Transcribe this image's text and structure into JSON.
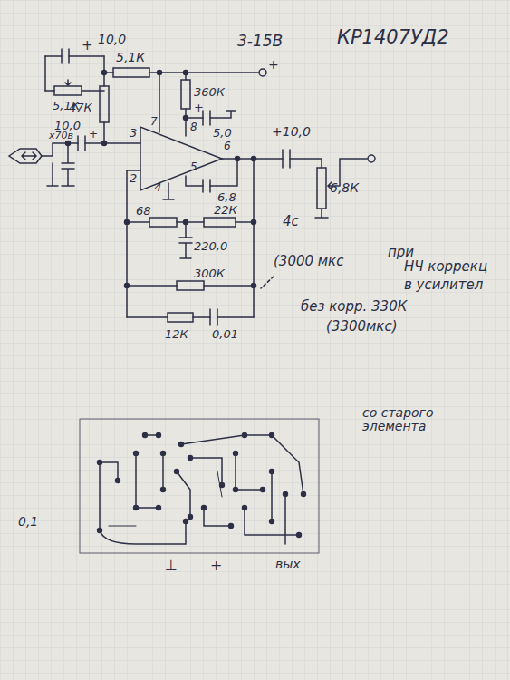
{
  "diagram": {
    "labels": [
      "3-15В",
      "КР1407УД2",
      "+",
      "10,0",
      "5,1К",
      "5,1К",
      "47К",
      "360К",
      "+",
      "+",
      "5,0",
      "10,0",
      "х70в",
      "+",
      "3",
      "7",
      "8",
      "2",
      "4",
      "5",
      "6",
      "6,8",
      "+10,0",
      "6,8К",
      "68",
      "22К",
      "220,0",
      "4с",
      "300К",
      "12К",
      "0,01",
      "(3000 мкс",
      "при",
      "НЧ коррекц",
      "в усилител",
      "без корр. 330К",
      "(3300мкс)",
      "со старого элемента",
      "0,1",
      "⊥",
      "+",
      "вых"
    ]
  }
}
